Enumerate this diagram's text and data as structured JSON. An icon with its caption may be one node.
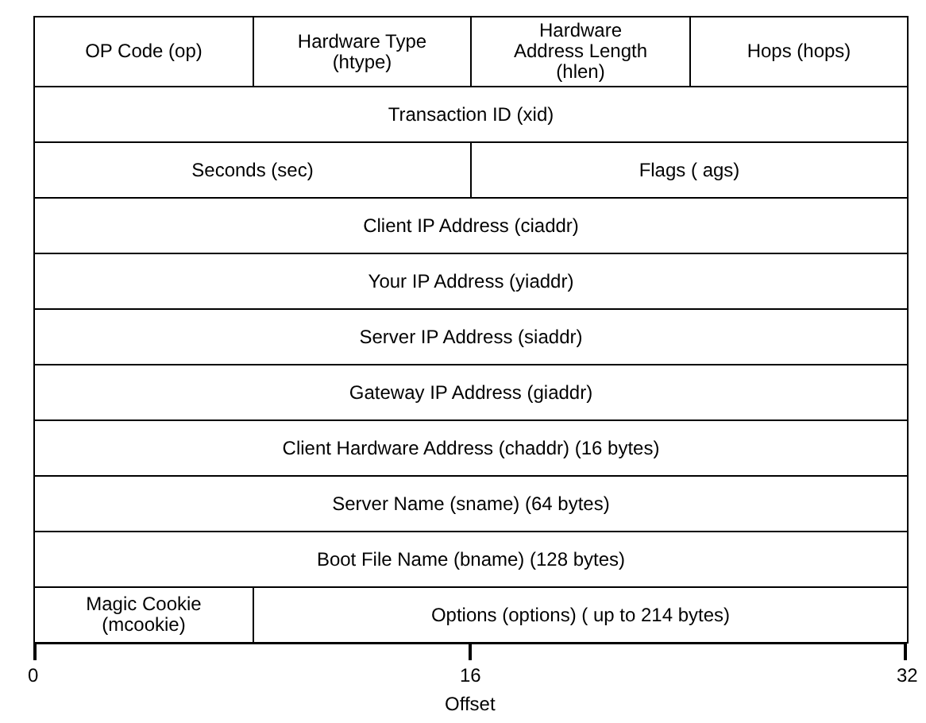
{
  "diagram": {
    "nodes": [
      {
        "text": [
          "OP Code (op)"
        ]
      },
      {
        "text": [
          "Hardware Type (htype)"
        ]
      },
      {
        "text": [
          "Hardware Address Length (hlen)"
        ]
      },
      {
        "text": [
          "Hops (hops)"
        ]
      },
      {
        "text": [
          "Transaction ID (xid)"
        ]
      },
      {
        "text": [
          "Seconds (sec)"
        ]
      },
      {
        "text": [
          "Flags ( ags)"
        ]
      },
      {
        "text": [
          "Client IP Address (ciaddr)"
        ]
      },
      {
        "text": [
          "Your IP Address (yiaddr)"
        ]
      },
      {
        "text": [
          "Server IP Address (siaddr)"
        ]
      },
      {
        "text": [
          "Gateway IP Address (giaddr)"
        ]
      },
      {
        "text": [
          "Client Hardware Address (chaddr) (16 bytes)"
        ]
      },
      {
        "text": [
          "Server Name (sname) (64 bytes)"
        ]
      },
      {
        "text": [
          "Boot File Name (bname) (128 bytes)"
        ]
      },
      {
        "text": [
          "Magic Cookie (mcookie)"
        ]
      },
      {
        "text": [
          "Options (options) ( up to 214 bytes)"
        ]
      }
    ],
    "labels": [
      "0",
      "16",
      "32",
      "Offset"
    ]
  }
}
